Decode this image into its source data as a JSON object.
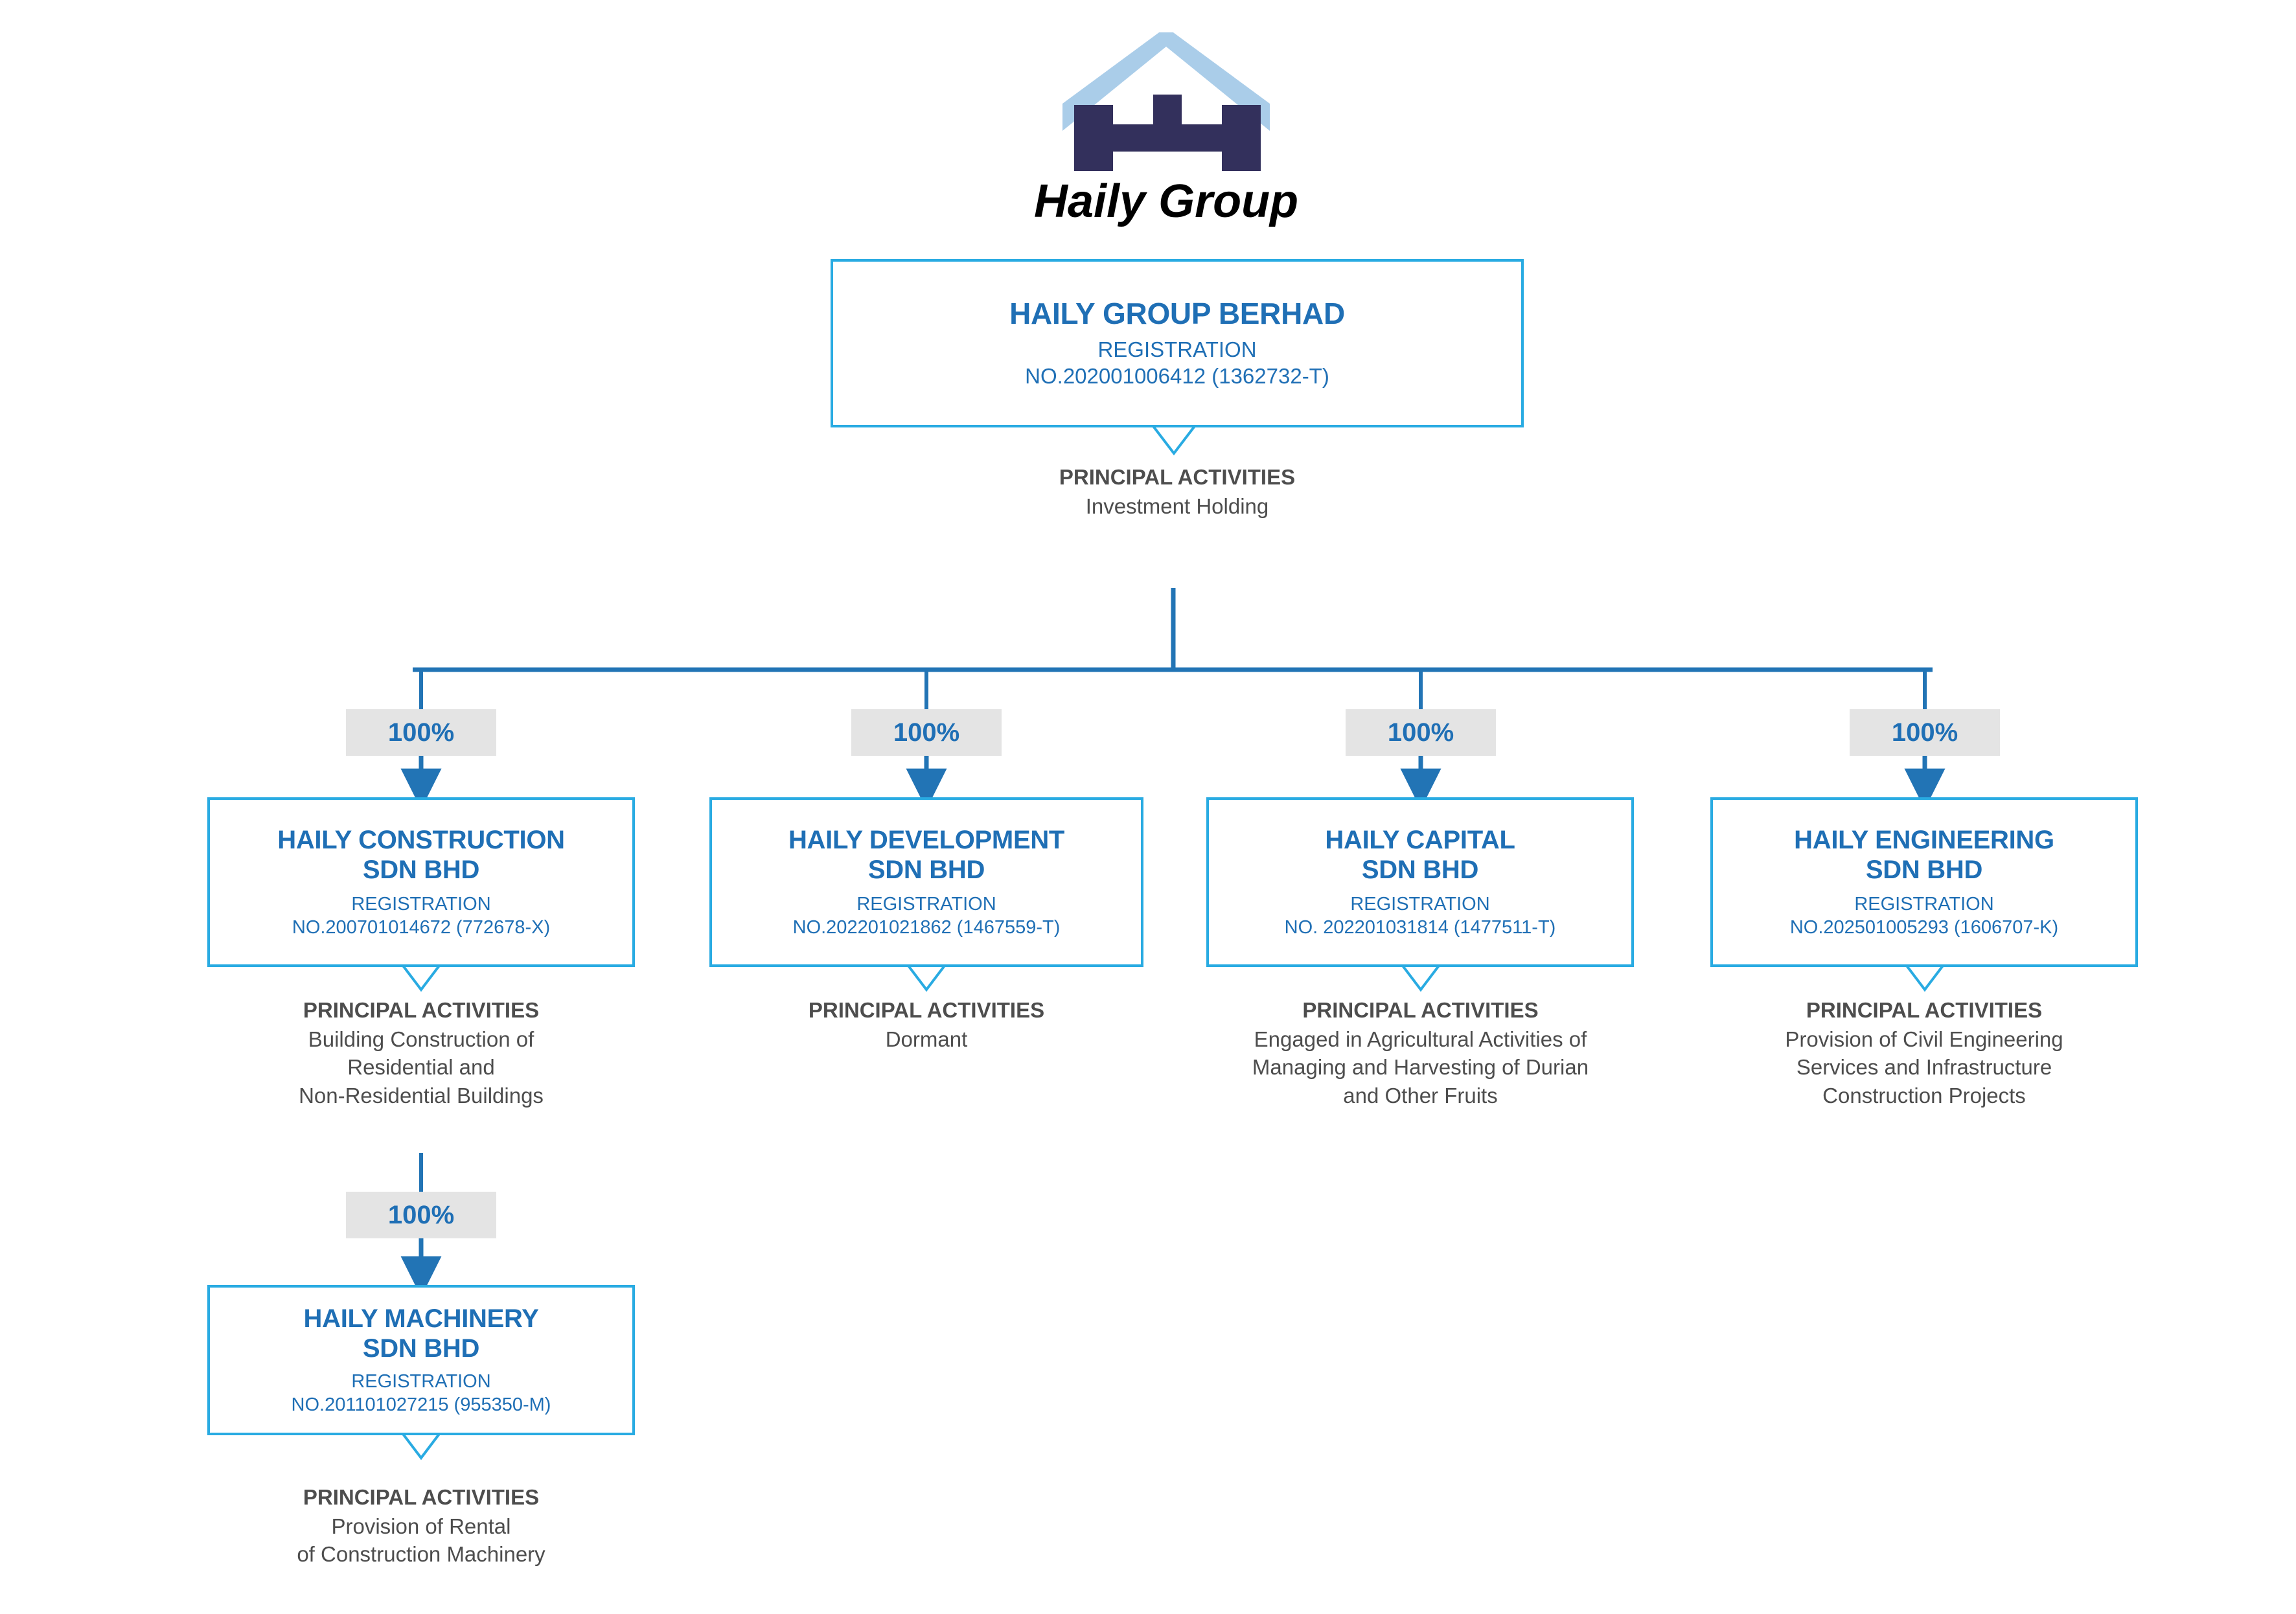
{
  "brand": {
    "name": "Haily Group",
    "logo_roof_color": "#aacde9",
    "logo_mark_color": "#33305c"
  },
  "colors": {
    "box_border": "#29abe2",
    "entity_text": "#1f6fb5",
    "activity_text": "#4d4d4d",
    "connector": "#2274b5",
    "percent_pill_bg": "#e4e4e4"
  },
  "root": {
    "name": "HAILY GROUP BERHAD",
    "registration_label": "REGISTRATION",
    "registration_no": "NO.202001006412  (1362732-T)",
    "activities_title": "PRINCIPAL ACTIVITIES",
    "activities_desc": "Investment Holding"
  },
  "subsidiaries": [
    {
      "ownership": "100%",
      "name": "HAILY CONSTRUCTION\nSDN BHD",
      "registration_label": "REGISTRATION",
      "registration_no": "NO.200701014672  (772678-X)",
      "activities_title": "PRINCIPAL ACTIVITIES",
      "activities_desc": "Building Construction of\nResidential and\nNon-Residential Buildings"
    },
    {
      "ownership": "100%",
      "name": "HAILY DEVELOPMENT\nSDN BHD",
      "registration_label": "REGISTRATION",
      "registration_no": "NO.202201021862  (1467559-T)",
      "activities_title": "PRINCIPAL ACTIVITIES",
      "activities_desc": "Dormant"
    },
    {
      "ownership": "100%",
      "name": "HAILY CAPITAL\nSDN BHD",
      "registration_label": "REGISTRATION",
      "registration_no": "NO.  202201031814  (1477511-T)",
      "activities_title": "PRINCIPAL ACTIVITIES",
      "activities_desc": "Engaged in Agricultural Activities of\nManaging and Harvesting of Durian\nand Other Fruits"
    },
    {
      "ownership": "100%",
      "name": "HAILY ENGINEERING\nSDN BHD",
      "registration_label": "REGISTRATION",
      "registration_no": "NO.202501005293  (1606707-K)",
      "activities_title": "PRINCIPAL ACTIVITIES",
      "activities_desc": "Provision of Civil Engineering\nServices and Infrastructure\nConstruction Projects"
    }
  ],
  "sub_subsidiary": {
    "ownership": "100%",
    "name": "HAILY MACHINERY\nSDN BHD",
    "registration_label": "REGISTRATION",
    "registration_no": "NO.201101027215  (955350-M)",
    "activities_title": "PRINCIPAL ACTIVITIES",
    "activities_desc": "Provision of Rental\nof Construction Machinery"
  }
}
